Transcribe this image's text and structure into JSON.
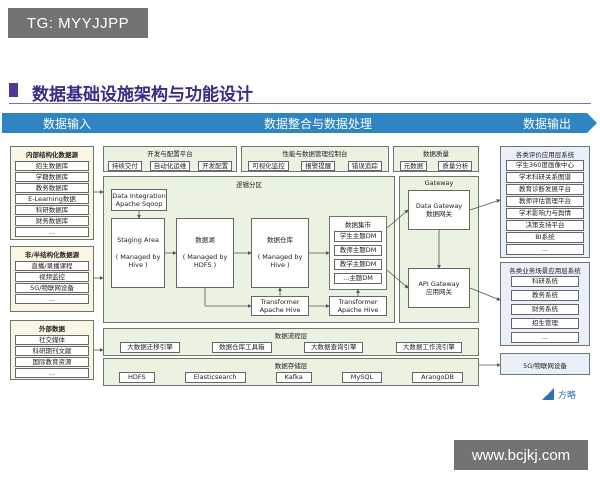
{
  "watermarks": {
    "top": "TG: MYYJJPP",
    "bottom": "www.bcjkj.com"
  },
  "header": {
    "title": "数据基础设施架构与功能设计"
  },
  "bands": {
    "input": "数据输入",
    "middle": "数据整合与数据处理",
    "output": "数据输出"
  },
  "left": {
    "structured": {
      "title": "内部结构化数据源",
      "items": [
        "招生数据库",
        "学籍数据库",
        "教务数据库",
        "E-Learning数据",
        "科研数据库",
        "财务数据库",
        "..."
      ]
    },
    "semi": {
      "title": "非/半结构化数据源",
      "items": [
        "直播/录播课程",
        "视频监控",
        "5G/物联网设备",
        "..."
      ]
    },
    "external": {
      "title": "外部数据",
      "items": [
        "社交媒体",
        "科研期刊文献",
        "国际教育资源",
        "..."
      ]
    }
  },
  "top_platforms": [
    {
      "title": "开发与配置平台",
      "items": [
        "持续交付",
        "自动化运维",
        "开发配置"
      ]
    },
    {
      "title": "性能与数据管理控制台",
      "items": [
        "可视化监控",
        "报警提醒",
        "错误追踪"
      ]
    },
    {
      "title": "数据质量",
      "items": [
        "元数据",
        "质量分析"
      ]
    }
  ],
  "logic": {
    "title": "逻辑分区",
    "sqoop": "Data Integration\nApache Sqoop",
    "staging": "Staging Area\n\n( Managed by\nHive )",
    "lake": "数据湖\n\n( Managed by\nHDFS )",
    "warehouse": "数据仓库\n\n( Managed by\nHive )",
    "mart": {
      "title": "数据集市",
      "items": [
        "学生主题DM",
        "教师主题DM",
        "教学主题DM",
        "...主题DM"
      ]
    },
    "transformer1": "Transformer\nApache Hive",
    "transformer2": "Transformer\nApache Hive"
  },
  "gateway": {
    "title": "Gateway",
    "data": "Data Gateway\n数据网关",
    "api": "API Gateway\n应用网关"
  },
  "flow": {
    "title": "数据流程层",
    "items": [
      "大数据迁移引擎",
      "数据仓库工具箱",
      "大数据查询引擎",
      "大数据工作流引擎"
    ]
  },
  "storage": {
    "title": "数据存储层",
    "items": [
      "HDFS",
      "Elasticsearch",
      "Kafka",
      "MySQL",
      "ArangoDB"
    ]
  },
  "right": {
    "eval": {
      "title": "各类评价应用层系统",
      "items": [
        "学生360度画像中心",
        "学术科研关系图谱",
        "教育诊断发展平台",
        "教师评估管理平台",
        "学术影响力与舆情",
        "决策支持平台",
        "BI系统",
        "..."
      ]
    },
    "business": {
      "title": "各类业务场景应用层系统",
      "items": [
        "科研系统",
        "教务系统",
        "财务系统",
        "招生管理",
        "..."
      ]
    },
    "iot": "5G/物联网设备"
  },
  "logo": {
    "text": "方略"
  }
}
